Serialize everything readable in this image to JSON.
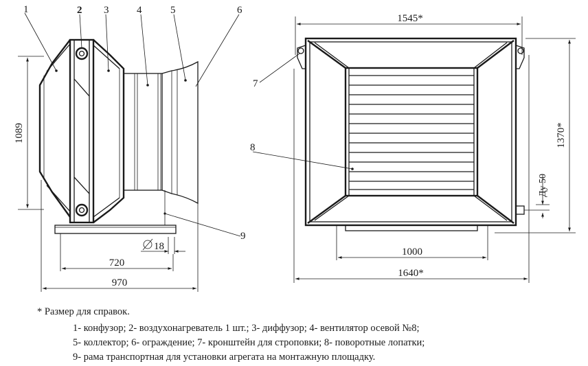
{
  "callouts": {
    "c1": "1",
    "c2": "2",
    "c3": "3",
    "c4": "4",
    "c5": "5",
    "c6": "6",
    "c7": "7",
    "c8": "8",
    "c9": "9"
  },
  "dimensions": {
    "height_left": "1089",
    "pipe_diameter": "18",
    "width_720": "720",
    "width_970": "970",
    "width_top": "1545*",
    "height_right": "1370*",
    "outlet": "Ду 50",
    "width_1000": "1000",
    "width_bottom": "1640*"
  },
  "notes": {
    "footnote": "* Размер для справок.",
    "legend": [
      "1- конфузор; 2- воздухонагреватель 1 шт.; 3- диффузор; 4- вентилятор осевой №8;",
      "5- коллектор; 6- ограждение; 7- кронштейн для строповки; 8- поворотные лопатки;",
      "9- рама транспортная для установки агрегата на монтажную площадку."
    ]
  }
}
